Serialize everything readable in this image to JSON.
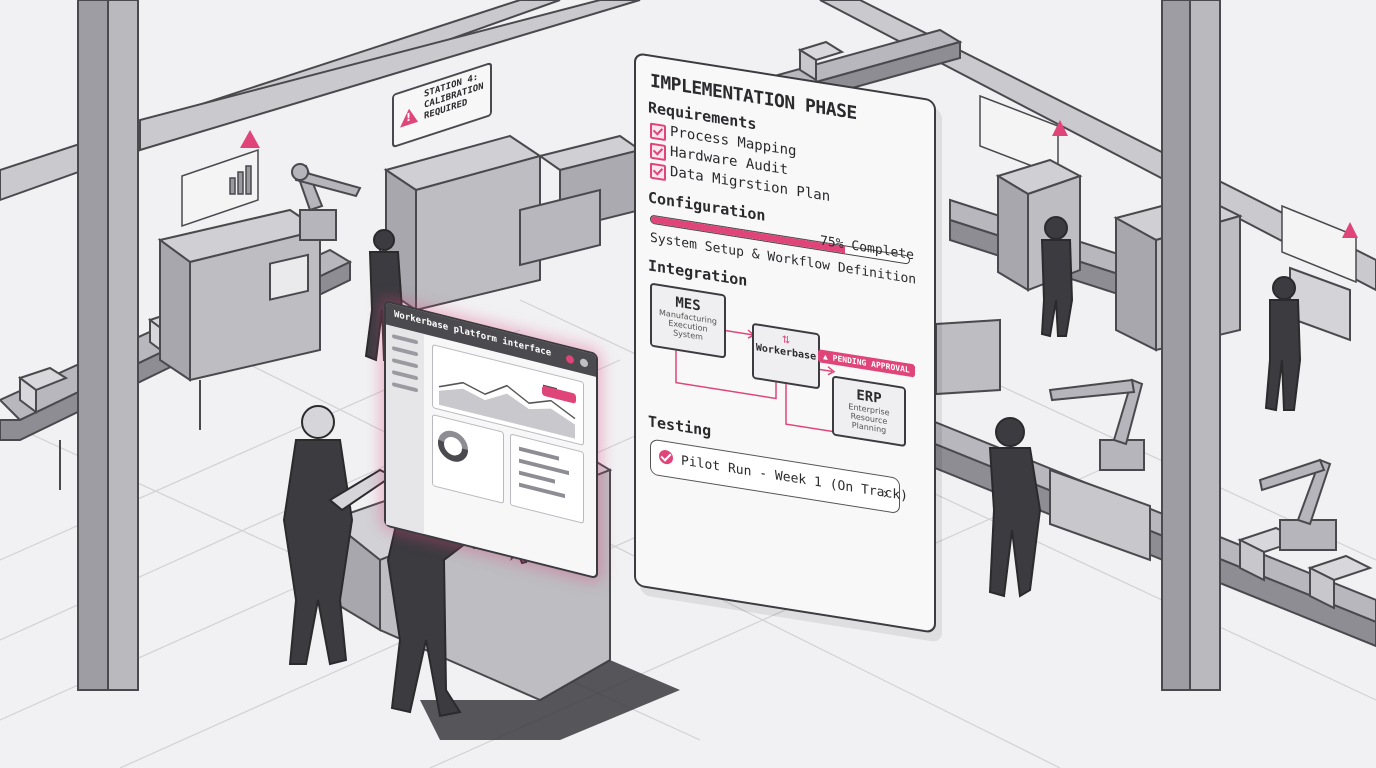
{
  "station_sign": {
    "label": "STATION 4: CALIBRATION REQUIRED"
  },
  "implementation": {
    "title": "IMPLEMENTATION PHASE",
    "requirements": {
      "heading": "Requirements",
      "items": [
        "Process Mapping",
        "Hardware Audit",
        "Data Migrstion Plan"
      ]
    },
    "configuration": {
      "heading": "Configuration",
      "progress": 0.75,
      "progress_label": "75% Complete",
      "description": "System Setup & Workflow Definition"
    },
    "integration": {
      "heading": "Integration",
      "mes": {
        "title": "MES",
        "subtitle": "Manufacturing Execution System"
      },
      "hub": {
        "title": "Workerbase"
      },
      "erp": {
        "title": "ERP",
        "subtitle": "Enterprise Resource Planning"
      },
      "pending_badge": "PENDING APPROVAL"
    },
    "testing": {
      "heading": "Testing",
      "status": "Pilot Run - Week 1 (On Track)"
    }
  },
  "platform_ui": {
    "title": "Workerbase platform interface"
  },
  "colors": {
    "accent": "#e0457a",
    "line": "#3c3c40",
    "floor": "#f1f1f3",
    "steel": "#8d8d93"
  }
}
